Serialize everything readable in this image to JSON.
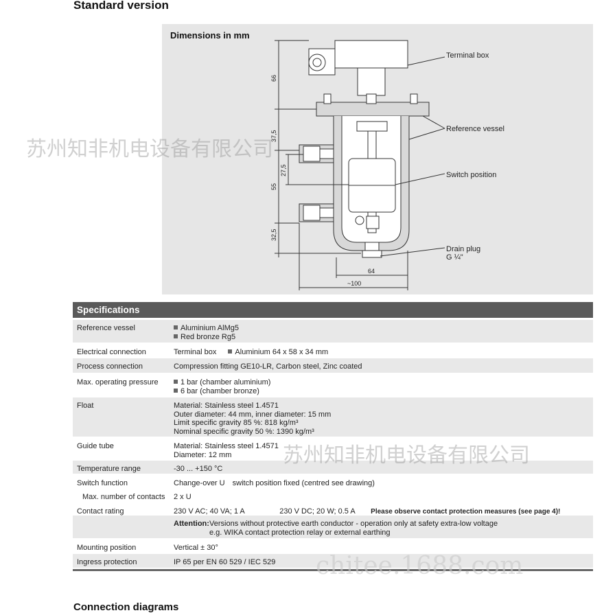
{
  "page": {
    "title": "Standard version",
    "next_section_title": "Connection diagrams"
  },
  "drawing": {
    "title": "Dimensions in mm",
    "callouts": {
      "terminal_box": "Terminal box",
      "reference_vessel": "Reference vessel",
      "switch_position": "Switch position",
      "drain_plug": "Drain plug",
      "drain_plug_size": "G ¼\""
    },
    "dimensions": {
      "d66": "66",
      "d37_5": "37,5",
      "d27_5": "27,5",
      "d55": "55",
      "d32_5": "32,5",
      "d64": "64",
      "d100": "~100"
    }
  },
  "specifications": {
    "header": "Specifications",
    "rows": {
      "reference_vessel": {
        "label": "Reference vessel",
        "v1": "Aluminium AlMg5",
        "v2": "Red bronze Rg5"
      },
      "electrical_connection": {
        "label": "Electrical connection",
        "v1": "Terminal box",
        "v2": "Aluminium 64 x 58 x 34 mm"
      },
      "process_connection": {
        "label": "Process connection",
        "v1": "Compression fitting GE10-LR, Carbon steel, Zinc coated"
      },
      "max_pressure": {
        "label": "Max. operating pressure",
        "v1": "1 bar (chamber aluminium)",
        "v2": "6 bar (chamber bronze)"
      },
      "float": {
        "label": "Float",
        "v1": "Material: Stainless steel 1.4571",
        "v2": "Outer diameter: 44 mm, inner diameter: 15 mm",
        "v3": "Limit specific gravity 85 %: 818 kg/m³",
        "v4": "Nominal specific gravity 50 %: 1390 kg/m³"
      },
      "guide_tube": {
        "label": "Guide tube",
        "v1": "Material: Stainless steel 1.4571",
        "v2": "Diameter: 12 mm"
      },
      "temperature": {
        "label": "Temperature range",
        "v1": "-30 ... +150 °C"
      },
      "switch_function": {
        "label": "Switch function",
        "v1": "Change-over U",
        "v2": "switch position fixed (centred see drawing)"
      },
      "max_contacts": {
        "label": "Max. number of contacts",
        "v1": "2 x U"
      },
      "contact_rating": {
        "label": "Contact rating",
        "ac": "230 V AC;   40 VA; 1 A",
        "dc": "230 V DC; 20 W; 0.5 A",
        "note": "Please observe contact protection measures (see page 4)!"
      },
      "attention": {
        "label": "Attention:",
        "v1": "Versions without protective earth conductor - operation only at safety extra-low voltage",
        "v2": "e.g. WIKA contact protection relay or external earthing"
      },
      "mounting": {
        "label": "Mounting position",
        "v1": "Vertical ± 30°"
      },
      "ingress": {
        "label": "Ingress protection",
        "v1": "IP 65 per EN 60 529 / IEC 529"
      }
    }
  },
  "watermarks": {
    "w1": "苏州知非机电设备有限公司",
    "w2": "苏州知非机电设备有限公司",
    "w3": "chitee.1688.com"
  }
}
